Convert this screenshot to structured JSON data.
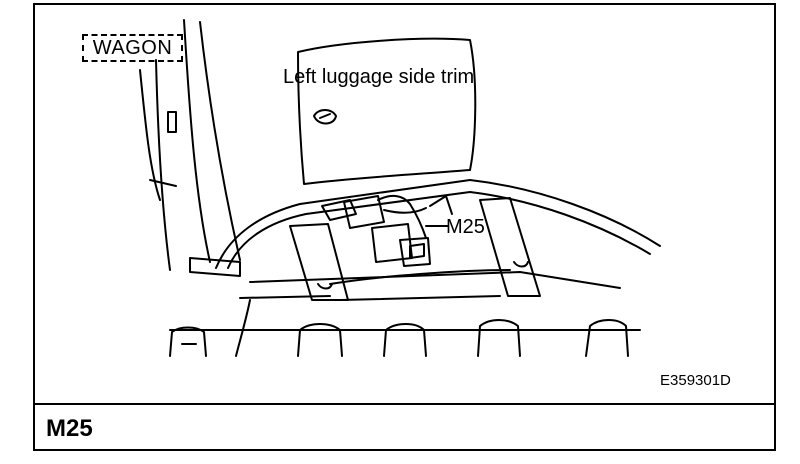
{
  "section": {
    "title": "M25"
  },
  "figure": {
    "badge": "WAGON",
    "trim_label": "Left luggage side trim",
    "connector_label": "M25",
    "figure_code": "E359301D"
  }
}
